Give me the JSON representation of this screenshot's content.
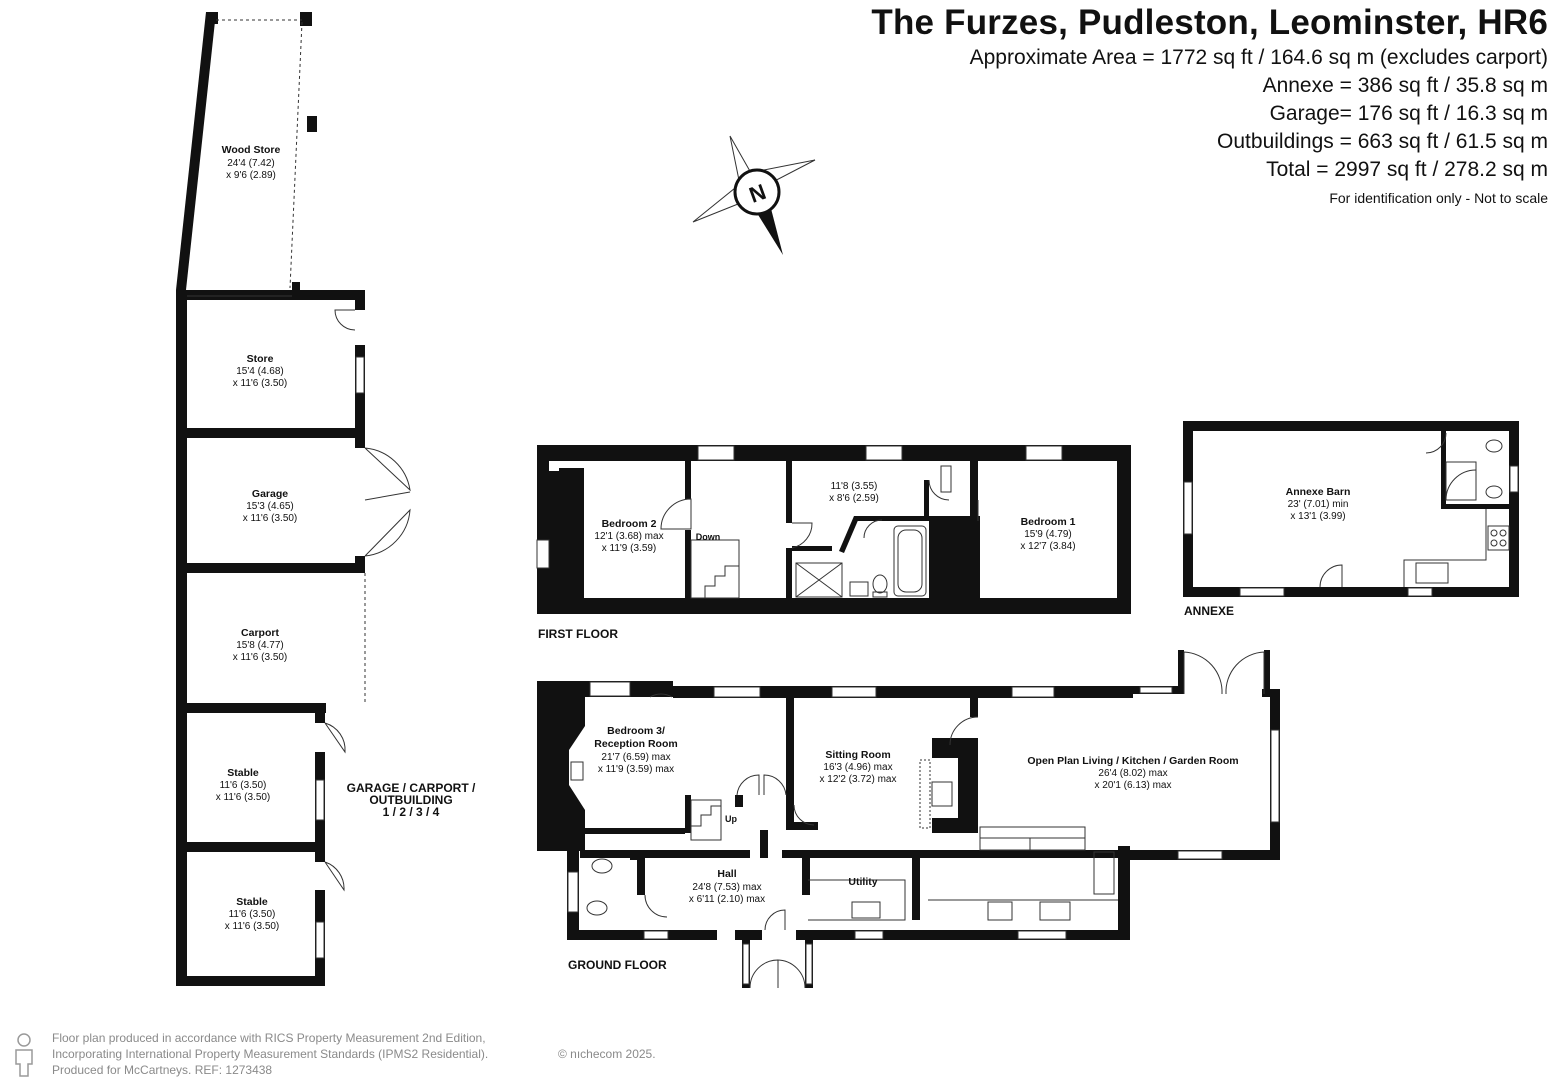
{
  "header": {
    "title": "The Furzes, Pudleston, Leominster, HR6",
    "areas": [
      "Approximate Area = 1772 sq ft / 164.6 sq m (excludes carport)",
      "Annexe = 386 sq ft / 35.8 sq m",
      "Garage= 176 sq ft / 16.3 sq m",
      "Outbuildings = 663 sq ft / 61.5 sq m",
      "Total = 2997 sq ft / 278.2 sq m"
    ],
    "note": "For identification only - Not to scale"
  },
  "compass": {
    "letter": "N",
    "icon": "compass-rose-icon"
  },
  "sections": {
    "outbuilding": [
      "GARAGE / CARPORT /",
      "OUTBUILDING",
      "1 / 2 / 3 / 4"
    ],
    "first_floor": "FIRST FLOOR",
    "ground_floor": "GROUND FLOOR",
    "annexe": "ANNEXE"
  },
  "rooms": {
    "wood_store": {
      "name": "Wood Store",
      "dims": [
        "24'4 (7.42)",
        "x 9'6 (2.89)"
      ]
    },
    "store": {
      "name": "Store",
      "dims": [
        "15'4 (4.68)",
        "x 11'6 (3.50)"
      ]
    },
    "garage": {
      "name": "Garage",
      "dims": [
        "15'3 (4.65)",
        "x 11'6 (3.50)"
      ]
    },
    "carport": {
      "name": "Carport",
      "dims": [
        "15'8 (4.77)",
        "x 11'6 (3.50)"
      ]
    },
    "stable1": {
      "name": "Stable",
      "dims": [
        "11'6 (3.50)",
        "x 11'6 (3.50)"
      ]
    },
    "stable2": {
      "name": "Stable",
      "dims": [
        "11'6 (3.50)",
        "x 11'6 (3.50)"
      ]
    },
    "bedroom2": {
      "name": "Bedroom 2",
      "dims": [
        "12'1 (3.68) max",
        "x 11'9 (3.59)"
      ]
    },
    "bathroom": {
      "name": "",
      "dims": [
        "11'8 (3.55)",
        "x 8'6 (2.59)"
      ]
    },
    "bedroom1": {
      "name": "Bedroom 1",
      "dims": [
        "15'9 (4.79)",
        "x 12'7 (3.84)"
      ]
    },
    "annexe_barn": {
      "name": "Annexe Barn",
      "dims": [
        "23' (7.01) min",
        "x 13'1 (3.99)"
      ]
    },
    "bedroom3": {
      "name": [
        "Bedroom 3/",
        "Reception Room"
      ],
      "dims": [
        "21'7 (6.59) max",
        "x 11'9 (3.59) max"
      ]
    },
    "sitting": {
      "name": "Sitting Room",
      "dims": [
        "16'3 (4.96) max",
        "x 12'2 (3.72) max"
      ]
    },
    "open_plan": {
      "name": "Open Plan Living / Kitchen / Garden Room",
      "dims": [
        "26'4 (8.02) max",
        "x 20'1 (6.13) max"
      ]
    },
    "hall": {
      "name": "Hall",
      "dims": [
        "24'8 (7.53) max",
        "x 6'11 (2.10) max"
      ]
    },
    "utility": {
      "name": "Utility",
      "dims": []
    }
  },
  "stairs": {
    "down": "Down",
    "up": "Up"
  },
  "footer": {
    "lines": [
      "Floor plan produced in accordance with RICS Property Measurement 2nd Edition,",
      "Incorporating International Property Measurement Standards (IPMS2 Residential).",
      "Produced for McCartneys.   REF: 1273438"
    ],
    "brand": "© nıchecom 2025."
  }
}
